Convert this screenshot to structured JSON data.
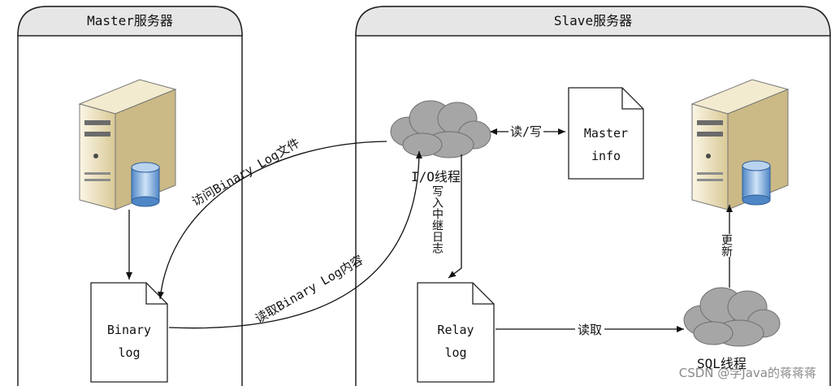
{
  "master_panel": {
    "title": "Master服务器"
  },
  "slave_panel": {
    "title": "Slave服务器"
  },
  "binary_log": {
    "line1": "Binary",
    "line2": "log"
  },
  "relay_log": {
    "line1": "Relay",
    "line2": "log"
  },
  "master_info": {
    "line1": "Master",
    "line2": "info"
  },
  "io_thread": {
    "label": "I/O线程"
  },
  "sql_thread": {
    "label": "SQL线程"
  },
  "edges": {
    "access": "访问Binary Log文件",
    "read_content": "读取Binary Log内容",
    "read_write": "读/写",
    "write_relay": "写入中继日志",
    "read": "读取",
    "update": "更新"
  },
  "watermark": "CSDN @学Java的蒋蒋蒋",
  "colors": {
    "panel_header": "#e6e6e6",
    "cloud": "#a6a6a6",
    "db": "#8fb6e0",
    "server": "#e9ddb9"
  }
}
